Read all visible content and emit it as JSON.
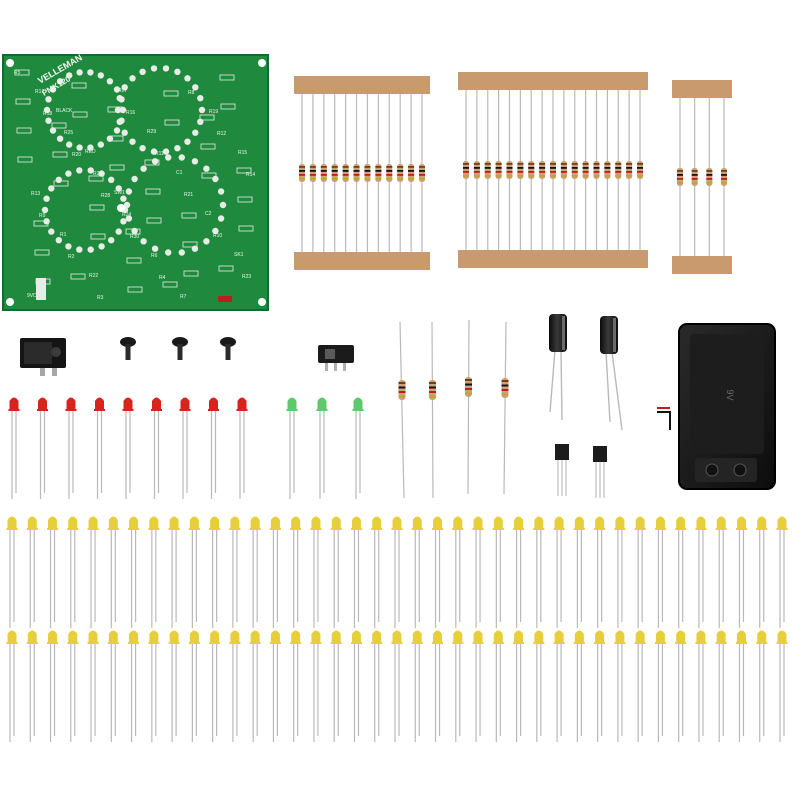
{
  "pcb": {
    "brand": "VELLEMAN",
    "model": "PMK120",
    "labels": [
      "R5",
      "R18",
      "R20",
      "R28",
      "R30",
      "R4",
      "R8",
      "R12",
      "R14",
      "R9",
      "R2",
      "R3",
      "R16",
      "R11",
      "R21",
      "R10",
      "R23",
      "R17",
      "R25",
      "R26",
      "R24",
      "R6",
      "R7",
      "R19",
      "R15",
      "R13",
      "R1",
      "R22",
      "R27",
      "R29",
      "C1",
      "C2",
      "SK1",
      "9VDC",
      "BLACK",
      "RED",
      "SW1"
    ]
  },
  "colors": {
    "pcb": "#1f8a3e",
    "pcb_dark": "#166b2f",
    "pad": "#e8ece6",
    "tape": "#c99a6e",
    "lead": "#b9b9b9",
    "resistor_body": "#c8a27a",
    "led_red": "#d8241c",
    "led_green": "#5fc86a",
    "led_yellow": "#e6cf3a",
    "battery_holder": "#151515"
  },
  "icons": [
    "resistor-icon",
    "led-icon",
    "capacitor-icon",
    "transistor-icon",
    "screw-icon",
    "dc-jack-icon",
    "slide-switch-icon",
    "battery-holder-icon"
  ],
  "components": {
    "resistor_strip_a": 12,
    "resistor_strip_b": 17,
    "resistor_strip_c": 4,
    "loose_resistors": 4,
    "screws": 3,
    "red_leds": 9,
    "green_leds": 3,
    "capacitors": 2,
    "transistors": 2,
    "yellow_leds_per_row": 39,
    "yellow_led_rows": 2
  }
}
